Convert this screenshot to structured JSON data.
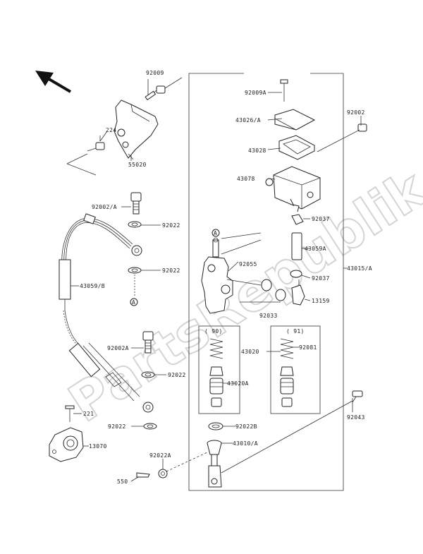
{
  "watermark": "PartsRepublik",
  "labels": {
    "l92009": "92009",
    "l224": "224",
    "l55020": "55020",
    "l92009A": "92009A",
    "l43026A": "43026/A",
    "l43028": "43028",
    "l43078": "43078",
    "l92002_r": "92002",
    "l92037_a": "92037",
    "l92002A_top": "92002/A",
    "l92022_1": "92022",
    "l92022_2": "92022",
    "lA_top": "A",
    "lA_bot": "A",
    "l43059B": "43059/B",
    "l43059A": "43059A",
    "l92055": "92055",
    "l43015A": "43015/A",
    "l92037_b": "92037",
    "l13159": "13159",
    "l92033": "92033",
    "l90": "( 90)",
    "l91": "( 91)",
    "l92002A": "92002A",
    "l43020": "43020",
    "l92081": "92081",
    "l92022_3": "92022",
    "l43020A": "43020A",
    "l221": "221",
    "l92022_4": "92022",
    "l92022B": "92022B",
    "l92043": "92043",
    "l13070": "13070",
    "l43010A": "43010/A",
    "l92022A": "92022A",
    "l550": "550"
  }
}
